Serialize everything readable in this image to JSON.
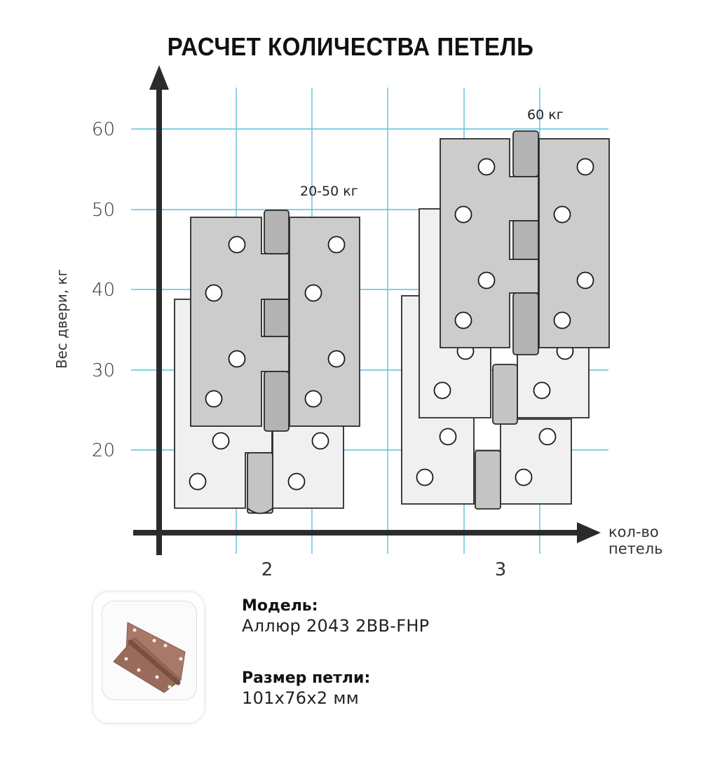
{
  "title": "РАСЧЕТ КОЛИЧЕСТВА ПЕТЕЛЬ",
  "colors": {
    "grid": "#5bc0de",
    "axis": "#2b2b2b",
    "hinge_front": "#cccccc",
    "hinge_back": "#f0f0f0",
    "knuckle": "#b3b3b3",
    "thumbnail_hinge": "#9a6b5a"
  },
  "chart_data": {
    "type": "diagram",
    "title": "РАСЧЕТ КОЛИЧЕСТВА ПЕТЕЛЬ",
    "xlabel": "кол-во петель",
    "ylabel": "Вес двери, кг",
    "yticks": [
      "60",
      "50",
      "40",
      "30",
      "20"
    ],
    "xticks": [
      "2",
      "3"
    ],
    "grid": true,
    "groups": [
      {
        "hinge_count": 2,
        "weight_range": "20-50 кг",
        "min_kg": 20,
        "max_kg": 50
      },
      {
        "hinge_count": 3,
        "weight_range": "60 кг",
        "max_kg": 60
      }
    ]
  },
  "axis": {
    "y_label": "Вес двери, кг",
    "y_ticks": [
      "60",
      "50",
      "40",
      "30",
      "20"
    ],
    "x_label_line1": "кол-во",
    "x_label_line2": "петель",
    "x_ticks": [
      "2",
      "3"
    ]
  },
  "annotations": {
    "group_2": "20-50 кг",
    "group_3": "60 кг"
  },
  "product": {
    "model_label": "Модель:",
    "model_value": "Аллюр 2043 2BB-FHP",
    "size_label": "Размер петли:",
    "size_value": "101x76x2 мм",
    "thumbnail_icon": "door-hinge-image"
  }
}
